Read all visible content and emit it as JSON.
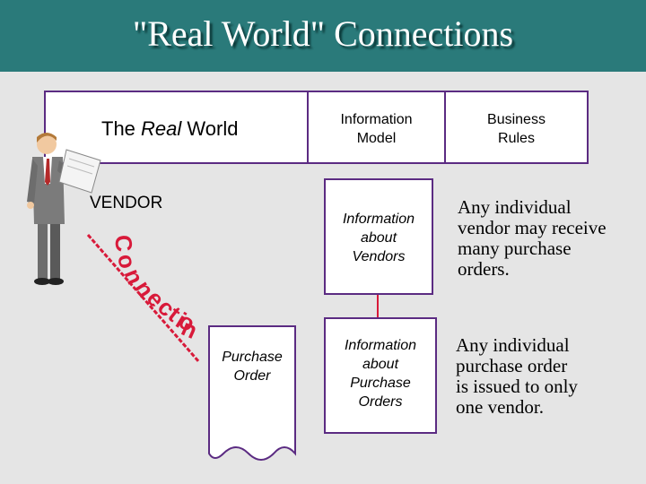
{
  "title": "\"Real World\" Connections",
  "header": {
    "real_world_prefix": "The ",
    "real_world_italic": "Real",
    "real_world_suffix": " World",
    "info_model": [
      "Information",
      "Model"
    ],
    "business_rules": [
      "Business",
      "Rules"
    ]
  },
  "vendor_label": "VENDOR",
  "connection_letters": [
    "C",
    "o",
    "n",
    "n",
    "e",
    "c",
    "t",
    "i",
    "o",
    "n"
  ],
  "purchase_order": [
    "Purchase",
    "Order"
  ],
  "info_vendors": [
    "Information",
    "about",
    "Vendors"
  ],
  "info_purchase_orders": [
    "Information",
    "about",
    "Purchase",
    "Orders"
  ],
  "rules": {
    "rule1": [
      "Any individual",
      "vendor may receive",
      "many purchase",
      "orders."
    ],
    "rule2": [
      "Any individual",
      "purchase order",
      "is issued to only",
      "one vendor."
    ]
  },
  "colors": {
    "title_bar": "#2a7a7a",
    "box_border": "#5b2b82",
    "connection": "#d81a3a",
    "relationship_line": "#d81a3a"
  },
  "icons": [
    "businessman-holding-paper-icon"
  ]
}
